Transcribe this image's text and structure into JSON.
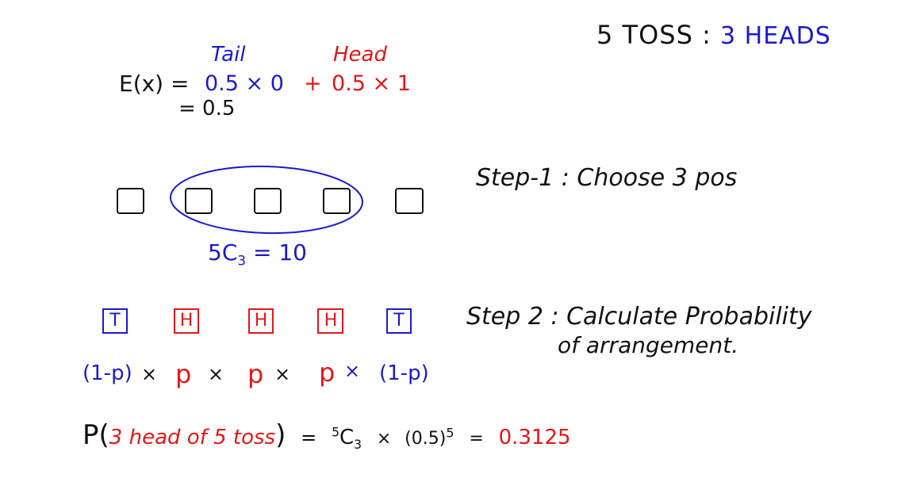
{
  "header": {
    "title_black": "5 TOSS :",
    "title_blue": "3 HEADS"
  },
  "expectation": {
    "tail_label": "Tail",
    "head_label": "Head",
    "lhs": "E(x) =",
    "tail_term": "0.5 × 0",
    "plus": "+",
    "head_term": "0.5 × 1",
    "result": "=  0.5"
  },
  "step1": {
    "label": "Step-1 : Choose 3 pos",
    "combination": {
      "n": "5",
      "c": "C",
      "k": "3",
      "eq": "= 10"
    }
  },
  "step2": {
    "label_line1": "Step 2 : Calculate Probability",
    "label_line2": "of arrangement."
  },
  "arrangement": [
    {
      "letter": "T",
      "factor": "(1-p)",
      "op": "×",
      "color": "#1a1acc"
    },
    {
      "letter": "H",
      "factor": "p",
      "op": "×",
      "color": "#e01818"
    },
    {
      "letter": "H",
      "factor": "p",
      "op": "×",
      "color": "#e01818"
    },
    {
      "letter": "H",
      "factor": "p",
      "op": "×",
      "color": "#e01818"
    },
    {
      "letter": "T",
      "factor": "(1-p)",
      "op": "",
      "color": "#1a1acc"
    }
  ],
  "final": {
    "p_open": "P(",
    "event": "3 head of 5 toss",
    "p_close": ")",
    "eq1": "=",
    "comb_n": "5",
    "comb_c": "C",
    "comb_k": "3",
    "times": "×",
    "power_base": "(0.5)",
    "power_exp": "5",
    "eq2": "=",
    "answer": "0.3125"
  },
  "colors": {
    "black": "#111111",
    "blue": "#1a1acc",
    "red": "#e01818"
  }
}
